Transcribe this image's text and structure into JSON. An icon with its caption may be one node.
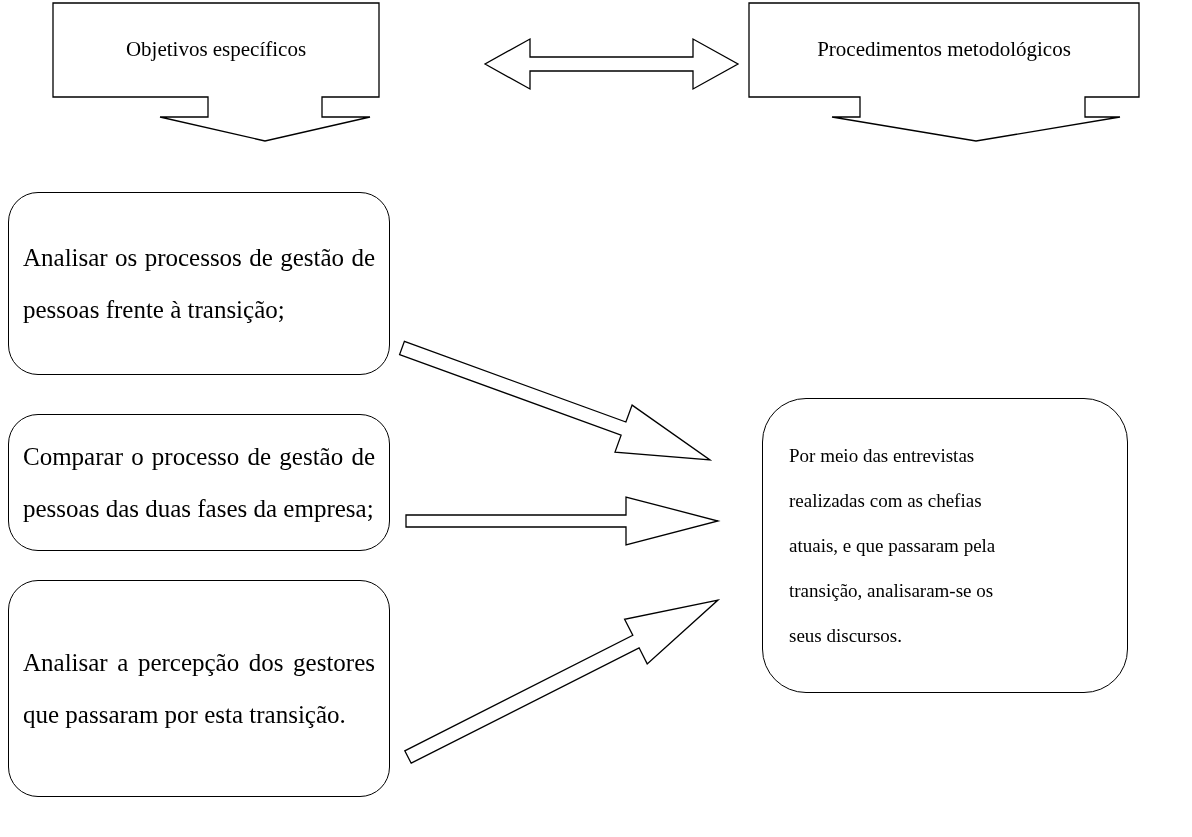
{
  "diagram": {
    "nodes": [
      {
        "text": [
          "Objetivos específicos"
        ]
      },
      {
        "text": [
          "Procedimentos metodológicos"
        ]
      },
      {
        "text": [
          "Analisar os processos de gestão de pessoas frente à transição;"
        ]
      },
      {
        "text": [
          "Comparar o processo de gestão de pessoas das duas fases da empresa;"
        ]
      },
      {
        "text": [
          "Analisar a percepção dos gestores que passaram por esta transição."
        ]
      },
      {
        "text": [
          "Por meio das entrevistas realizadas com as chefias atuais, e que passaram pela transição, analisaram-se os seus discursos."
        ]
      }
    ],
    "edges": [
      {
        "from": 0,
        "to": 1,
        "arrow": "both"
      },
      {
        "from": 2,
        "to": 5,
        "arrow": "to"
      },
      {
        "from": 3,
        "to": 5,
        "arrow": "to"
      },
      {
        "from": 4,
        "to": 5,
        "arrow": "to"
      }
    ]
  }
}
